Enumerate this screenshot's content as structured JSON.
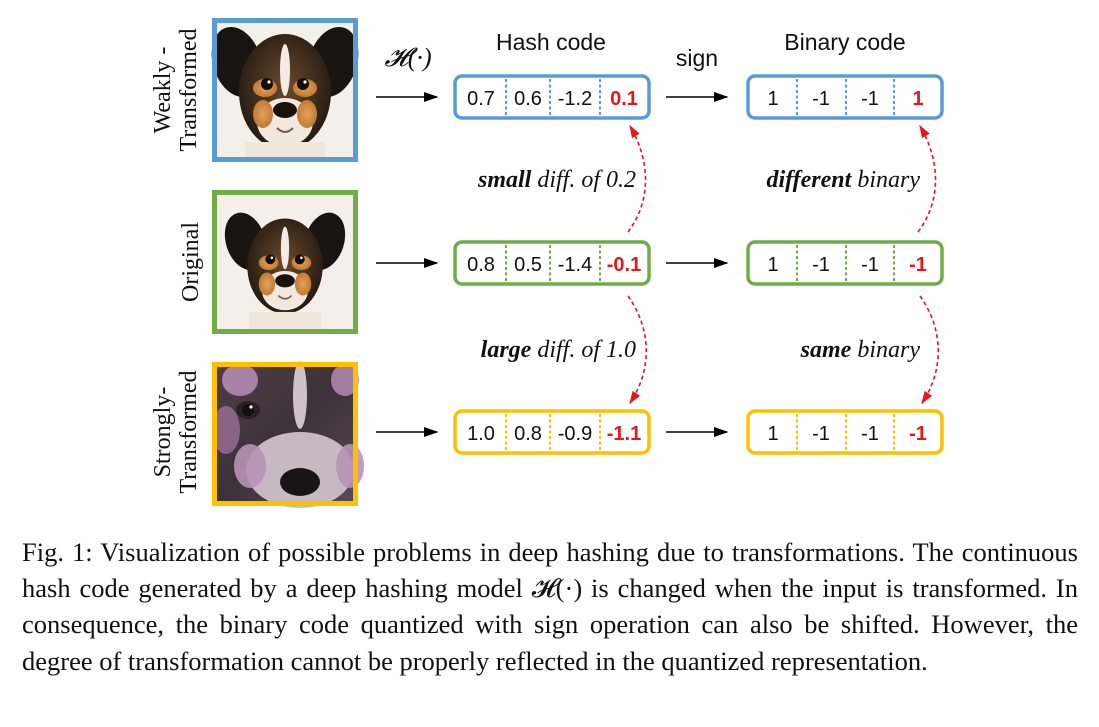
{
  "labels": {
    "hash_header": "Hash code",
    "binary_header": "Binary code",
    "function": "𝓗(·)",
    "sign": "sign"
  },
  "rows": [
    {
      "label_lines": [
        "Weakly -",
        "Transformed"
      ],
      "image": "puppy photo (weakly transformed)",
      "border_color": "#5b9bd5",
      "hash": [
        "0.7",
        "0.6",
        "-1.2",
        "0.1"
      ],
      "binary": [
        "1",
        "-1",
        "-1",
        "1"
      ]
    },
    {
      "label_lines": [
        "Original"
      ],
      "image": "puppy photo (original)",
      "border_color": "#70ad47",
      "hash": [
        "0.8",
        "0.5",
        "-1.4",
        "-0.1"
      ],
      "binary": [
        "1",
        "-1",
        "-1",
        "-1"
      ]
    },
    {
      "label_lines": [
        "Strongly-",
        "Transformed"
      ],
      "image": "puppy photo (strongly transformed, cropped and color-shifted)",
      "border_color": "#ffc000",
      "hash": [
        "1.0",
        "0.8",
        "-0.9",
        "-1.1"
      ],
      "binary": [
        "1",
        "-1",
        "-1",
        "-1"
      ]
    }
  ],
  "annotations": {
    "upper_hash": {
      "bold": "small",
      "rest": " diff. of 0.2"
    },
    "upper_binary": {
      "bold": "different",
      "rest": " binary"
    },
    "lower_hash": {
      "bold": "large",
      "rest": " diff. of 1.0"
    },
    "lower_binary": {
      "bold": "same",
      "rest": " binary"
    }
  },
  "colors": {
    "highlight": "#e8151b",
    "arrow": "#000000",
    "dashed_arrow": "#e8151b"
  },
  "caption": "Fig. 1: Visualization of possible problems in deep hashing due to transformations. The continuous hash code generated by a deep hashing model 𝓗(·) is changed when the input is transformed. In consequence, the binary code quantized with sign operation can also be shifted. However, the degree of transformation cannot be properly reflected in the quantized representation."
}
